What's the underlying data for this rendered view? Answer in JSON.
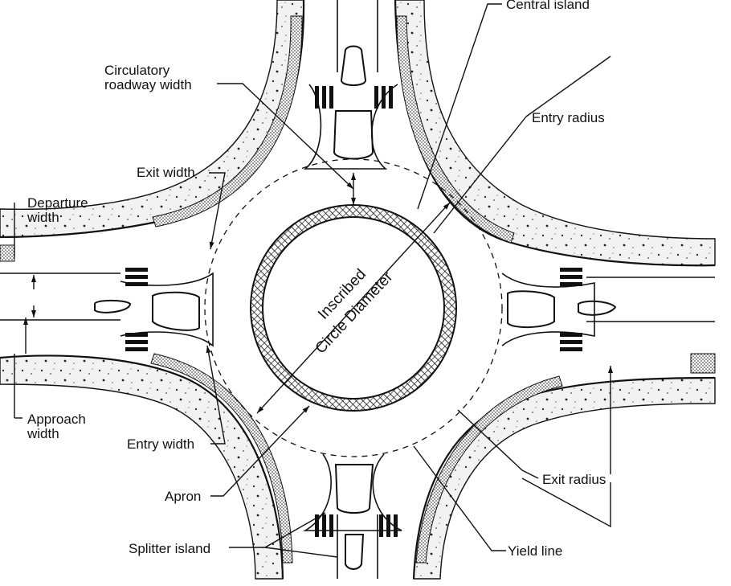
{
  "labels": {
    "central_island": "Central island",
    "circulatory_roadway_width": [
      "Circulatory",
      "roadway width"
    ],
    "entry_radius": "Entry radius",
    "exit_width": "Exit width",
    "departure_width": [
      "Departure",
      "width"
    ],
    "inscribed_circle_diameter": [
      "Inscribed",
      "Circle Diameter"
    ],
    "approach_width": [
      "Approach",
      "width"
    ],
    "entry_width": "Entry width",
    "apron": "Apron",
    "splitter_island": "Splitter island",
    "exit_radius": "Exit radius",
    "yield_line": "Yield line"
  }
}
